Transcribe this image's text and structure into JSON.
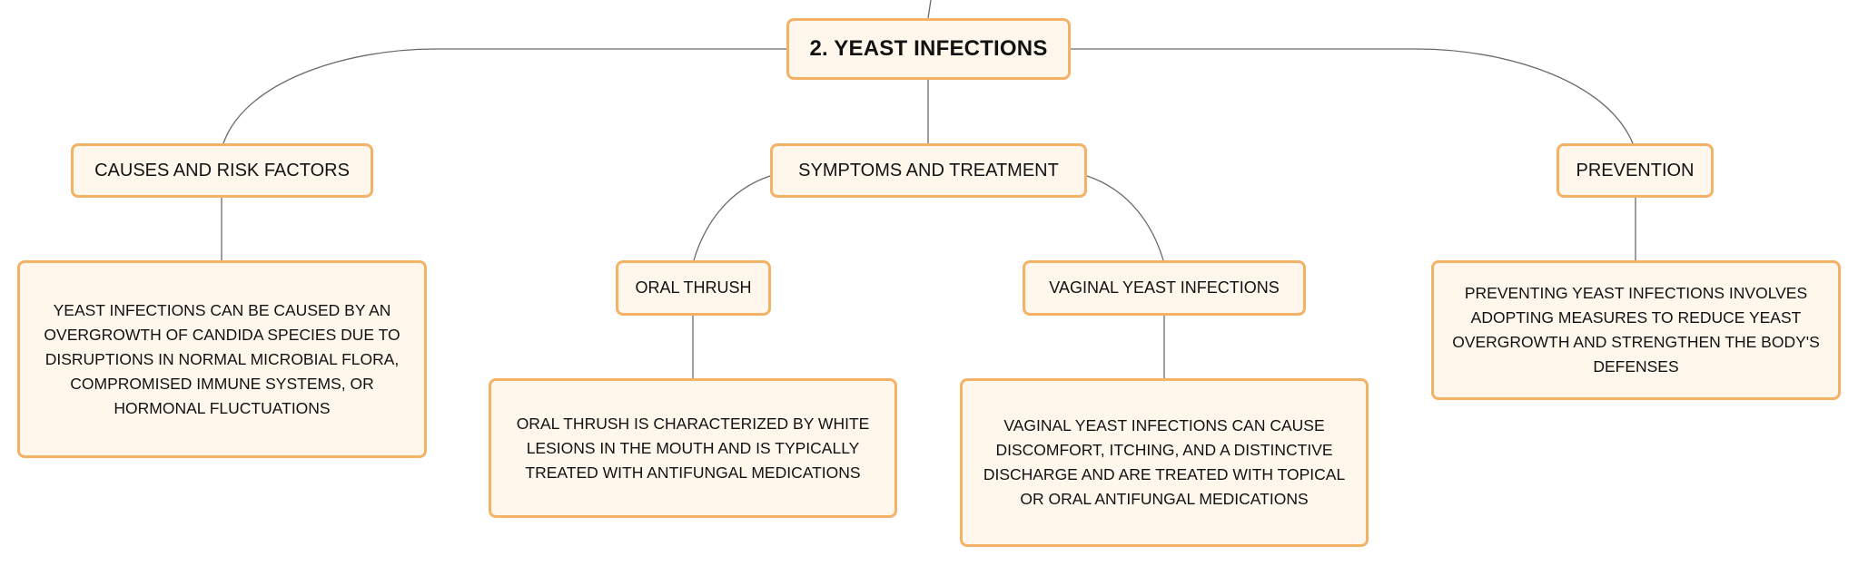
{
  "colors": {
    "node_fill": "#fff6ec",
    "node_border": "#f4b267",
    "connector": "#6a6a6a",
    "text": "#121212",
    "background": "#ffffff"
  },
  "mindmap": {
    "root": {
      "label": "2. YEAST INFECTIONS"
    },
    "branches": {
      "causes": {
        "label": "CAUSES AND RISK FACTORS",
        "description": "YEAST INFECTIONS CAN BE CAUSED BY AN OVERGROWTH OF CANDIDA SPECIES DUE TO DISRUPTIONS IN NORMAL MICROBIAL FLORA, COMPROMISED IMMUNE SYSTEMS, OR HORMONAL FLUCTUATIONS"
      },
      "symptoms": {
        "label": "SYMPTOMS AND TREATMENT",
        "oral": {
          "label": "ORAL THRUSH",
          "description": "ORAL THRUSH IS CHARACTERIZED BY WHITE LESIONS IN THE MOUTH AND IS TYPICALLY TREATED WITH ANTIFUNGAL MEDICATIONS"
        },
        "vaginal": {
          "label": "VAGINAL YEAST INFECTIONS",
          "description": "VAGINAL YEAST INFECTIONS CAN CAUSE DISCOMFORT, ITCHING, AND A DISTINCTIVE DISCHARGE AND ARE TREATED WITH TOPICAL OR ORAL ANTIFUNGAL MEDICATIONS"
        }
      },
      "prevention": {
        "label": "PREVENTION",
        "description": "PREVENTING YEAST INFECTIONS INVOLVES ADOPTING MEASURES TO REDUCE YEAST OVERGROWTH AND STRENGTHEN THE BODY'S DEFENSES"
      }
    }
  }
}
